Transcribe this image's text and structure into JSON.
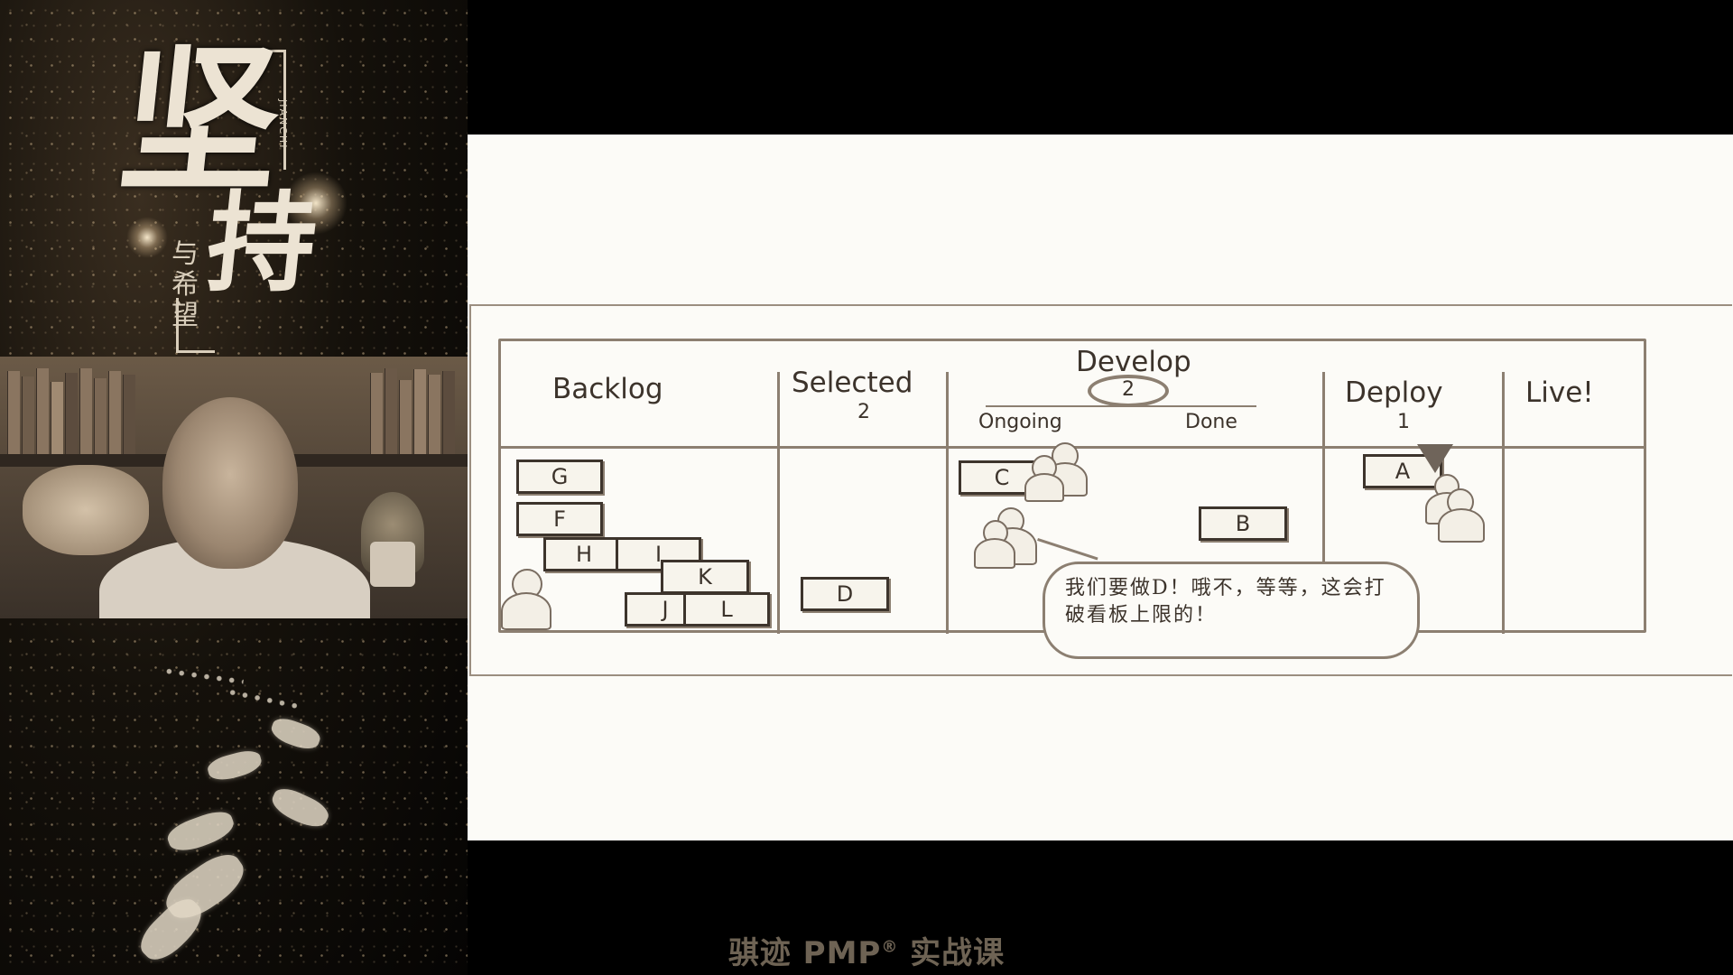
{
  "poster": {
    "title_char1": "坚",
    "title_char2": "持",
    "subtitle": "与希望",
    "latin": "JIANCHI"
  },
  "board": {
    "columns": {
      "backlog": "Backlog",
      "selected": "Selected",
      "selected_limit": "2",
      "develop": "Develop",
      "develop_limit": "2",
      "ongoing": "Ongoing",
      "done": "Done",
      "deploy": "Deploy",
      "deploy_limit": "1",
      "live": "Live!"
    },
    "cards": {
      "g": "G",
      "f": "F",
      "h": "H",
      "i": "I",
      "k": "K",
      "j": "J",
      "l": "L",
      "d": "D",
      "c": "C",
      "b": "B",
      "a": "A"
    },
    "bubble_text": "我们要做D！哦不，等等，这会打破看板上限的！"
  },
  "caption": {
    "text": "骐迹 PMP",
    "reg": "®",
    "suffix": " 实战课"
  }
}
